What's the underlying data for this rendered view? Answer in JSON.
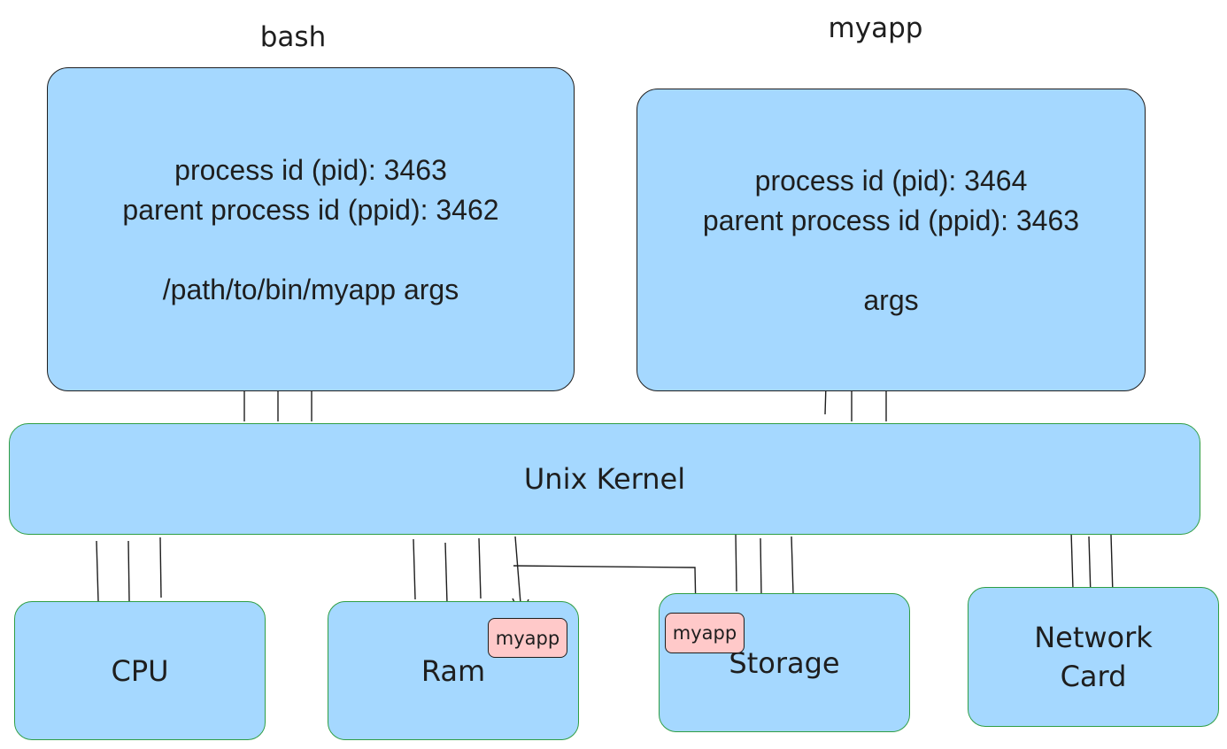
{
  "processes": {
    "bash": {
      "title": "bash",
      "pid_line": "process id (pid): 3463",
      "ppid_line": "parent process id (ppid): 3462",
      "cmd_line": "/path/to/bin/myapp args"
    },
    "myapp": {
      "title": "myapp",
      "pid_line": "process id (pid): 3464",
      "ppid_line": "parent process id (ppid): 3463",
      "cmd_line": "args"
    }
  },
  "kernel": {
    "label": "Unix Kernel"
  },
  "hardware": {
    "cpu": "CPU",
    "ram": "Ram",
    "storage": "Storage",
    "network_line1": "Network",
    "network_line2": "Card"
  },
  "tags": {
    "ram_tag": "myapp",
    "storage_tag": "myapp"
  },
  "colors": {
    "box_fill": "#a5d8ff",
    "tag_fill": "#ffc9c9",
    "kernel_border": "#2f9e44",
    "ink": "#1e1e1e"
  }
}
